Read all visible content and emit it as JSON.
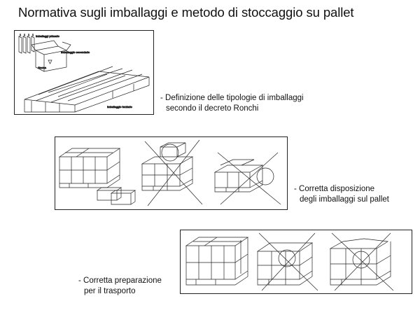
{
  "title": "Normativa sugli imballaggi e metodo di stoccaggio su pallet",
  "panels": [
    {
      "labels": {
        "primary": "Imballaggi primario",
        "secondary": "Imballaggio secondario",
        "tertiary": "Imballaggio terziario",
        "brand": "Gaona"
      },
      "caption": [
        "- Definizione delle tipologie di imballaggi",
        "secondo il decreto Ronchi"
      ]
    },
    {
      "caption": [
        "- Corretta disposizione",
        "degli imballaggi sul pallet"
      ]
    },
    {
      "caption": [
        "- Corretta preparazione",
        "per il trasporto"
      ]
    }
  ]
}
